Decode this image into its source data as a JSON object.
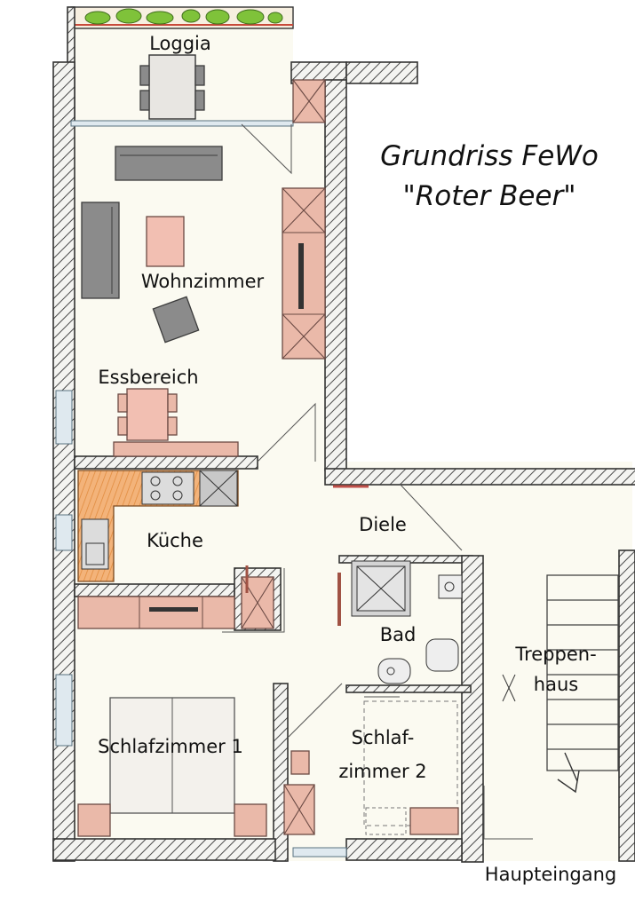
{
  "title": {
    "line1": "Grundriss FeWo",
    "line2": "\"Roter Beer\""
  },
  "rooms": {
    "loggia": "Loggia",
    "wohnzimmer": "Wohnzimmer",
    "essbereich": "Essbereich",
    "kueche": "Küche",
    "diele": "Diele",
    "bad": "Bad",
    "treppenhaus_1": "Treppen-",
    "treppenhaus_2": "haus",
    "schlafzimmer1": "Schlafzimmer 1",
    "schlafzimmer2_1": "Schlaf-",
    "schlafzimmer2_2": "zimmer 2",
    "haupteingang": "Haupteingang"
  },
  "colors": {
    "furniture_red": "#eab9a9",
    "kitchen_orange": "#f0a15e",
    "sofa_gray": "#8b8b8b",
    "plants_green": "#7fc23a",
    "floor": "#fbfaf1"
  }
}
